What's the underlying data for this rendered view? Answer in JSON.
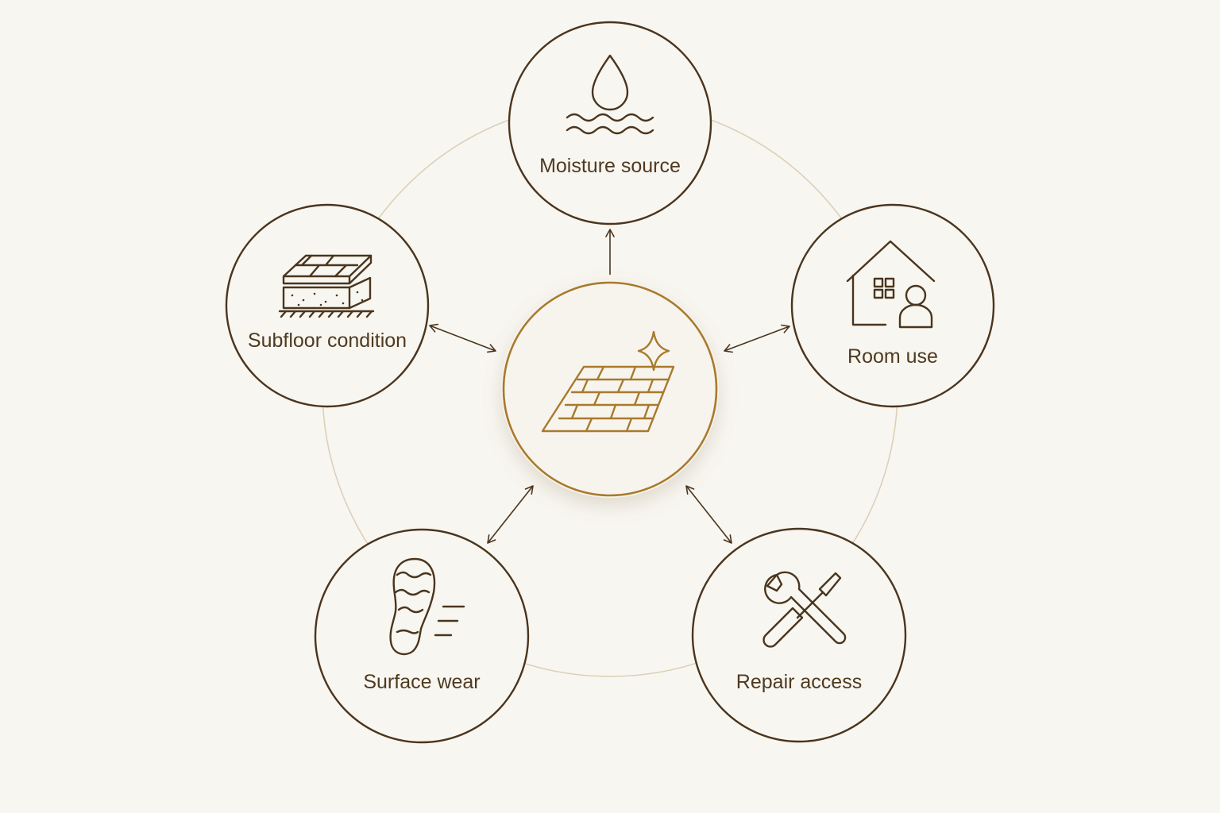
{
  "diagram": {
    "center": {
      "icon": "wood-floor-sparkle-icon",
      "accent_color": "#a87a2c"
    },
    "nodes": [
      {
        "id": "moisture",
        "label": "Moisture source",
        "icon": "water-drop-waves-icon"
      },
      {
        "id": "room",
        "label": "Room use",
        "icon": "house-person-icon"
      },
      {
        "id": "repair",
        "label": "Repair access",
        "icon": "wrench-screwdriver-icon"
      },
      {
        "id": "wear",
        "label": "Surface wear",
        "icon": "footprint-motion-icon"
      },
      {
        "id": "subfloor",
        "label": "Subfloor condition",
        "icon": "floor-layers-icon"
      }
    ],
    "colors": {
      "background": "#f8f6f1",
      "stroke": "#4a351d",
      "text": "#4f3a1f",
      "orbit": "#ddd0b9"
    }
  }
}
